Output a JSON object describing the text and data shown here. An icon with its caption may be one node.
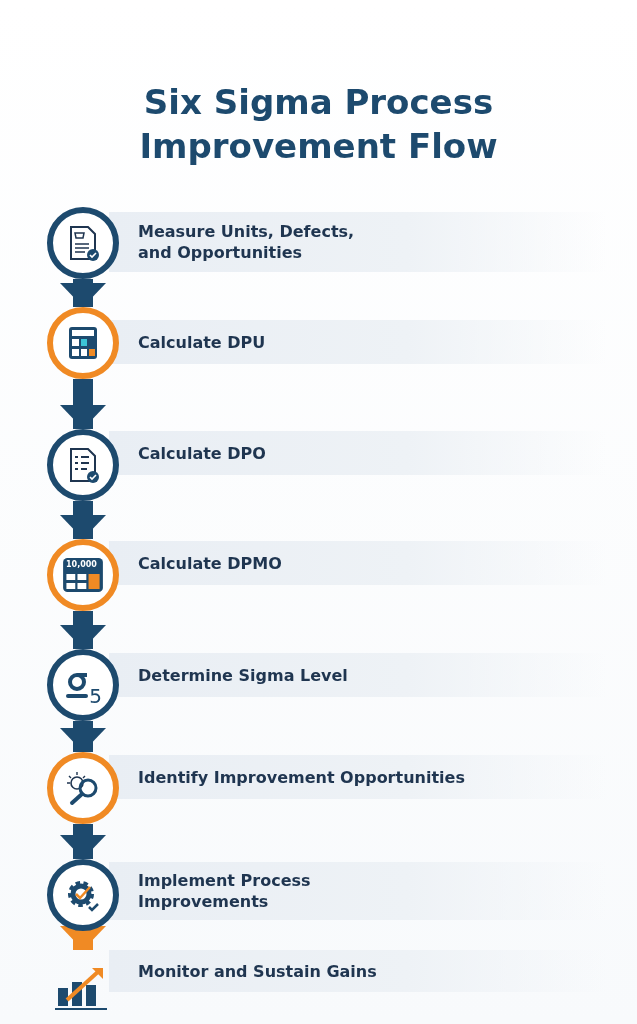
{
  "diagram": {
    "title": "Six Sigma Process Improvement Flow",
    "nodes": [
      {
        "text": [
          "Measure Units, Defects, and Opportunities"
        ]
      },
      {
        "text": [
          "Calculate DPU"
        ]
      },
      {
        "text": [
          "Calculate DPO"
        ]
      },
      {
        "text": [
          "Calculate DPMO"
        ]
      },
      {
        "text": [
          "Determine Sigma Level"
        ]
      },
      {
        "text": [
          "Identify Improvement Opportunities"
        ]
      },
      {
        "text": [
          "Implement Process Improvements"
        ]
      },
      {
        "text": [
          "Monitor and Sustain Gains"
        ]
      }
    ],
    "edges": [
      {
        "from": 0,
        "to": 1,
        "arrow": "to"
      },
      {
        "from": 1,
        "to": 2,
        "arrow": "to"
      },
      {
        "from": 2,
        "to": 3,
        "arrow": "to"
      },
      {
        "from": 3,
        "to": 4,
        "arrow": "to"
      },
      {
        "from": 4,
        "to": 5,
        "arrow": "to"
      },
      {
        "from": 5,
        "to": 6,
        "arrow": "to"
      },
      {
        "from": 6,
        "to": 7,
        "arrow": "to",
        "color": "#f08a24"
      }
    ],
    "labels": [
      "10,000",
      "5"
    ]
  }
}
